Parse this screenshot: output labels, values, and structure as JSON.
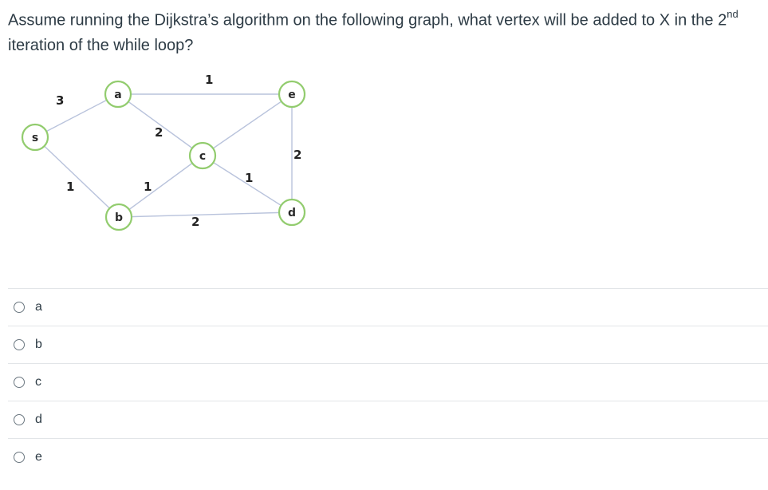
{
  "question": {
    "text_before_sup": "Assume running the Dijkstra’s algorithm on the following graph, what vertex will be added to X in the 2",
    "sup": "nd",
    "text_after_sup": " iteration of the while loop?"
  },
  "graph": {
    "nodes": [
      {
        "id": "s",
        "label": "s"
      },
      {
        "id": "a",
        "label": "a"
      },
      {
        "id": "b",
        "label": "b"
      },
      {
        "id": "c",
        "label": "c"
      },
      {
        "id": "d",
        "label": "d"
      },
      {
        "id": "e",
        "label": "e"
      }
    ],
    "edges": [
      {
        "from": "s",
        "to": "a",
        "weight": "3"
      },
      {
        "from": "s",
        "to": "b",
        "weight": "1"
      },
      {
        "from": "a",
        "to": "e",
        "weight": "1"
      },
      {
        "from": "a",
        "to": "c",
        "weight": "2"
      },
      {
        "from": "b",
        "to": "c",
        "weight": "1"
      },
      {
        "from": "b",
        "to": "d",
        "weight": "2"
      },
      {
        "from": "c",
        "to": "d",
        "weight": "1"
      },
      {
        "from": "e",
        "to": "d",
        "weight": "2"
      },
      {
        "from": "e",
        "to": "c",
        "weight": ""
      }
    ],
    "colors": {
      "node_border": "#92cc6e",
      "edge": "#b9c3dc"
    }
  },
  "answers": [
    {
      "label": "a"
    },
    {
      "label": "b"
    },
    {
      "label": "c"
    },
    {
      "label": "d"
    },
    {
      "label": "e"
    }
  ]
}
